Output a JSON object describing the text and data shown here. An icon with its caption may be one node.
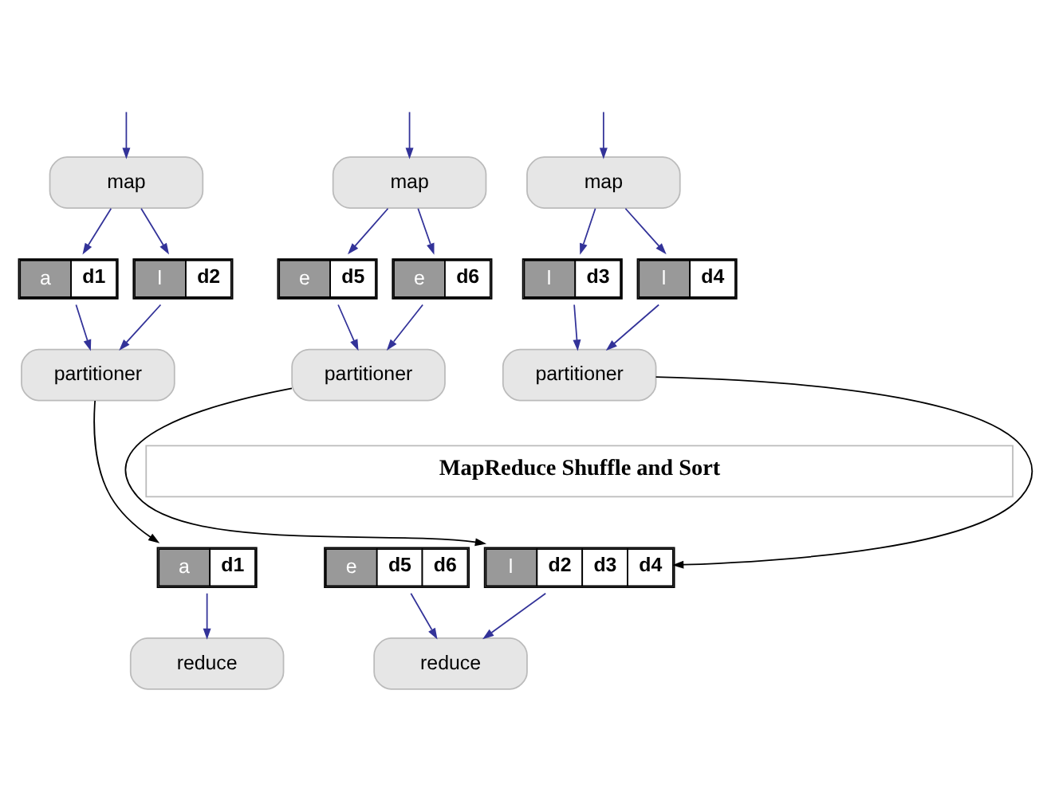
{
  "diagram": {
    "nodes": [
      {
        "text": [
          "map"
        ]
      },
      {
        "text": [
          "map"
        ]
      },
      {
        "text": [
          "map"
        ]
      },
      {
        "text": [
          "a",
          "d1"
        ]
      },
      {
        "text": [
          "l",
          "d2"
        ]
      },
      {
        "text": [
          "l",
          "d3"
        ]
      },
      {
        "text": [
          "l",
          "d4"
        ]
      },
      {
        "text": [
          "e",
          "d5"
        ]
      },
      {
        "text": [
          "e",
          "d6"
        ]
      },
      {
        "text": [
          "partitioner"
        ]
      },
      {
        "text": [
          "partitioner"
        ]
      },
      {
        "text": [
          "partitioner"
        ]
      },
      {
        "text": [
          "MapReduce Shuffle and Sort"
        ]
      },
      {
        "text": [
          "e",
          "d5",
          "d6"
        ]
      },
      {
        "text": [
          "l",
          "d2",
          "d3",
          "d4"
        ]
      },
      {
        "text": [
          "a",
          "d1"
        ]
      },
      {
        "text": [
          "reduce"
        ]
      },
      {
        "text": [
          "reduce"
        ]
      }
    ],
    "edges": [
      {
        "from": null,
        "to": 0,
        "arrow": "to"
      },
      {
        "from": null,
        "to": 1,
        "arrow": "to"
      },
      {
        "from": null,
        "to": 2,
        "arrow": "to"
      },
      {
        "from": 0,
        "to": 3,
        "arrow": "to"
      },
      {
        "from": 0,
        "to": 4,
        "arrow": "to"
      },
      {
        "from": 1,
        "to": 5,
        "arrow": "to"
      },
      {
        "from": 1,
        "to": 6,
        "arrow": "to"
      },
      {
        "from": 2,
        "to": 7,
        "arrow": "to"
      },
      {
        "from": 2,
        "to": 8,
        "arrow": "to"
      },
      {
        "from": 3,
        "to": 9,
        "arrow": "to"
      },
      {
        "from": 4,
        "to": 9,
        "arrow": "to"
      },
      {
        "from": 5,
        "to": 10,
        "arrow": "to"
      },
      {
        "from": 6,
        "to": 10,
        "arrow": "to"
      },
      {
        "from": 7,
        "to": 11,
        "arrow": "to"
      },
      {
        "from": 8,
        "to": 11,
        "arrow": "to"
      },
      {
        "from": 9,
        "to": 15,
        "arrow": "to",
        "color": "#000000"
      },
      {
        "from": 10,
        "to": 14,
        "arrow": "to",
        "color": "#000000"
      },
      {
        "from": 11,
        "to": 14,
        "arrow": "to",
        "color": "#000000"
      },
      {
        "from": 13,
        "to": 16,
        "arrow": "to"
      },
      {
        "from": 14,
        "to": 16,
        "arrow": "to"
      },
      {
        "from": 15,
        "to": 17,
        "arrow": "to"
      }
    ]
  }
}
